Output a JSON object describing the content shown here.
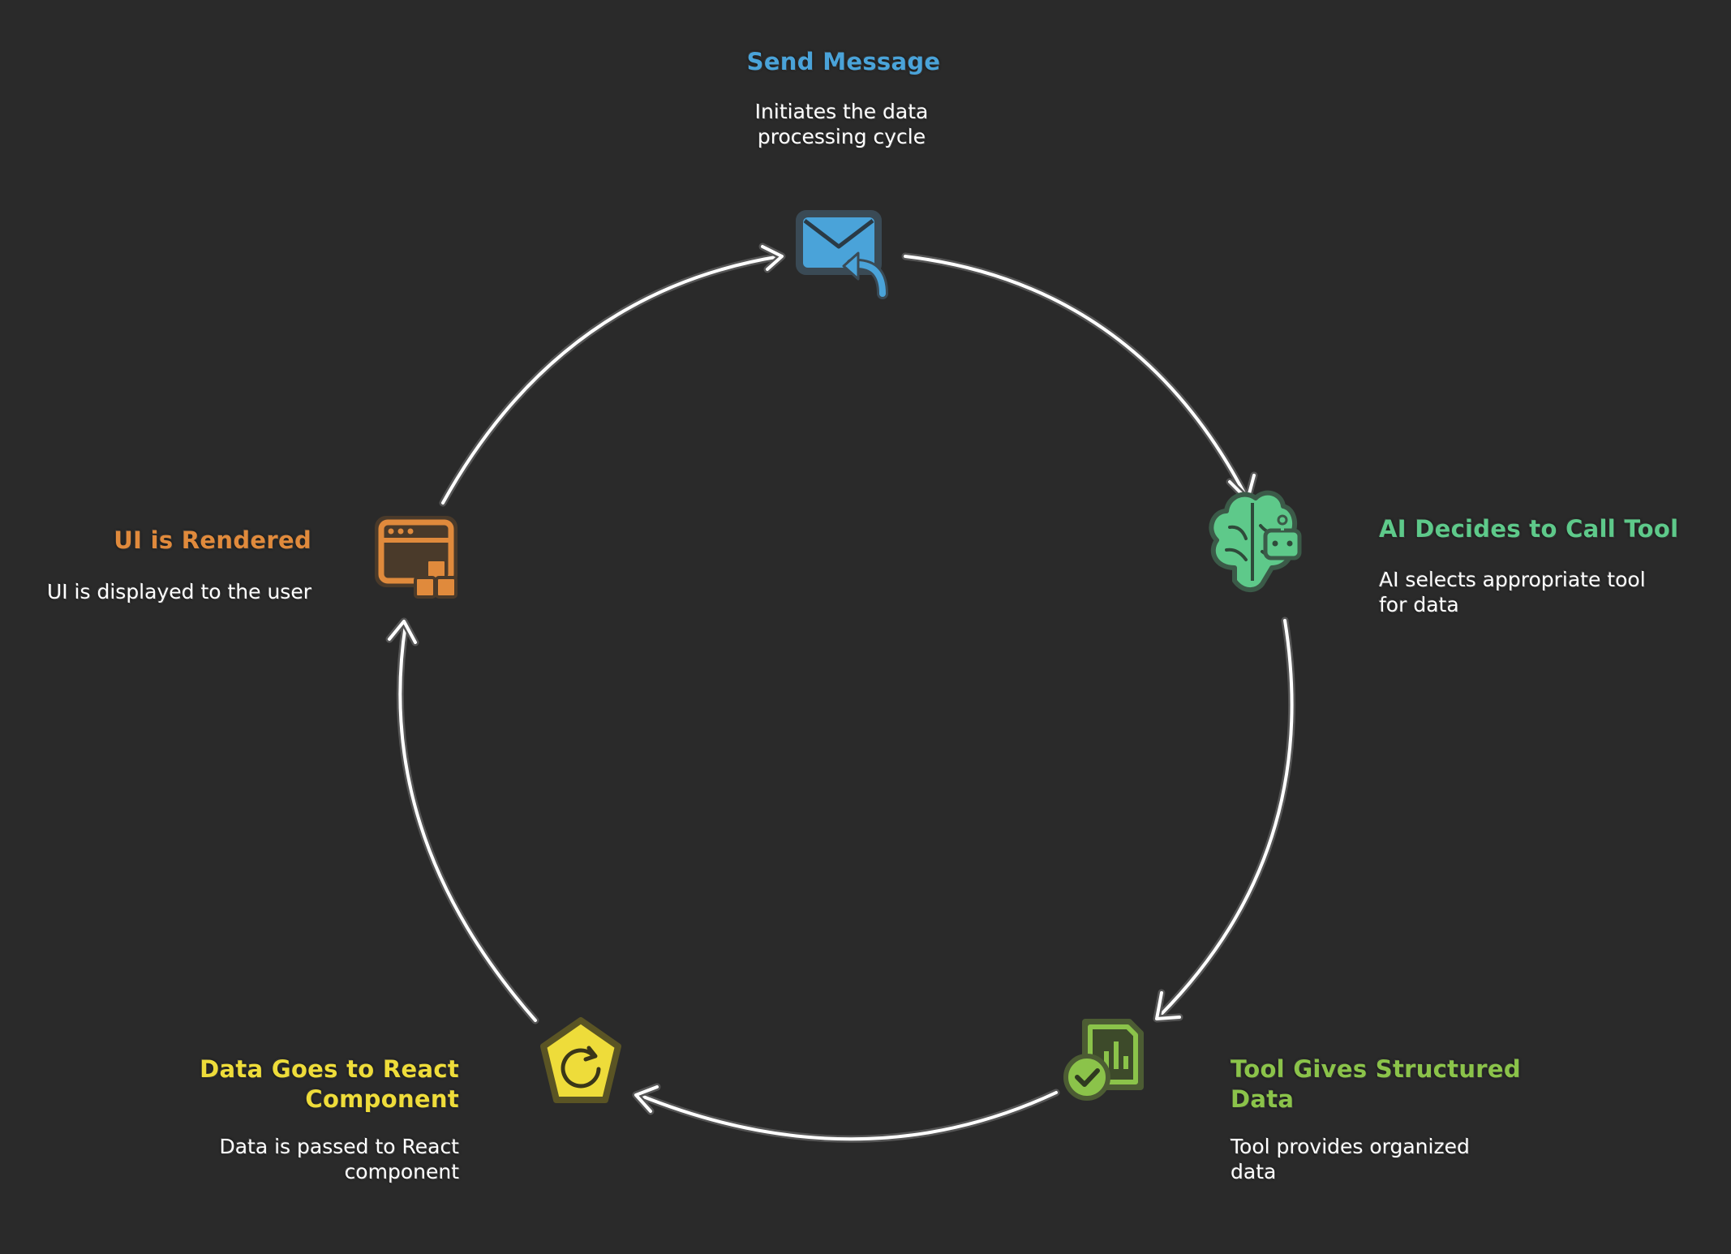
{
  "colors": {
    "background": "#2a2a2a",
    "arrow": "#ffffff",
    "send": "#4aa3d9",
    "ai": "#5ec98a",
    "tool": "#8bc34a",
    "data": "#eedc3a",
    "ui": "#e08a3c"
  },
  "steps": [
    {
      "title": "Send Message",
      "description": "Initiates the data processing cycle",
      "icon": "envelope-reply-icon"
    },
    {
      "title": "AI Decides to Call Tool",
      "description": "AI selects appropriate tool for data",
      "icon": "brain-robot-icon"
    },
    {
      "title": "Tool Gives Structured Data",
      "description": "Tool provides organized data",
      "icon": "document-chart-check-icon"
    },
    {
      "title": "Data Goes to React Component",
      "description": "Data is passed to React component",
      "icon": "pentagon-refresh-icon"
    },
    {
      "title": "UI is Rendered",
      "description": "UI is displayed to the user",
      "icon": "browser-window-blocks-icon"
    }
  ]
}
